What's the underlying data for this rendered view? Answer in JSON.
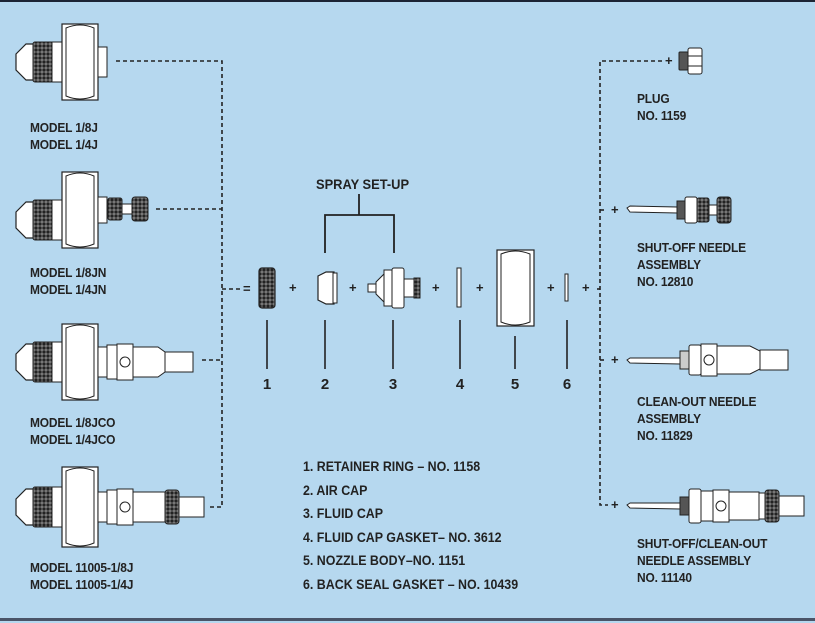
{
  "diagram": {
    "background_color": "#b6d8ef",
    "line_color": "#1a1a1a",
    "spray_setup_title": "SPRAY SET-UP",
    "models": [
      {
        "lines": [
          "MODEL 1/8J",
          "MODEL 1/4J"
        ]
      },
      {
        "lines": [
          "MODEL 1/8JN",
          "MODEL 1/4JN"
        ]
      },
      {
        "lines": [
          "MODEL 1/8JCO",
          "MODEL 1/4JCO"
        ]
      },
      {
        "lines": [
          "MODEL 11005-1/8J",
          "MODEL 11005-1/4J"
        ]
      }
    ],
    "parts": [
      {
        "number": "1",
        "name": "RETAINER RING",
        "part_no": "1158"
      },
      {
        "number": "2",
        "name": "AIR CAP"
      },
      {
        "number": "3",
        "name": "FLUID CAP"
      },
      {
        "number": "4",
        "name": "FLUID CAP GASKET",
        "part_no": "3612"
      },
      {
        "number": "5",
        "name": "NOZZLE BODY",
        "part_no": "1151"
      },
      {
        "number": "6",
        "name": "BACK SEAL GASKET",
        "part_no": "10439"
      }
    ],
    "legend": [
      "1. RETAINER RING – NO. 1158",
      "2. AIR CAP",
      "3. FLUID CAP",
      "4. FLUID CAP GASKET– NO. 3612",
      "5. NOZZLE BODY–NO. 1151",
      "6. BACK SEAL GASKET – NO. 10439"
    ],
    "operators": {
      "equals": "=",
      "plus": "+"
    },
    "options": [
      {
        "lines": [
          "PLUG",
          "NO. 1159"
        ]
      },
      {
        "lines": [
          "SHUT-OFF NEEDLE",
          "ASSEMBLY",
          "NO. 12810"
        ]
      },
      {
        "lines": [
          "CLEAN-OUT NEEDLE",
          "ASSEMBLY",
          "NO. 11829"
        ]
      },
      {
        "lines": [
          "SHUT-OFF/CLEAN-OUT",
          "NEEDLE ASSEMBLY",
          "NO. 11140"
        ]
      }
    ]
  }
}
